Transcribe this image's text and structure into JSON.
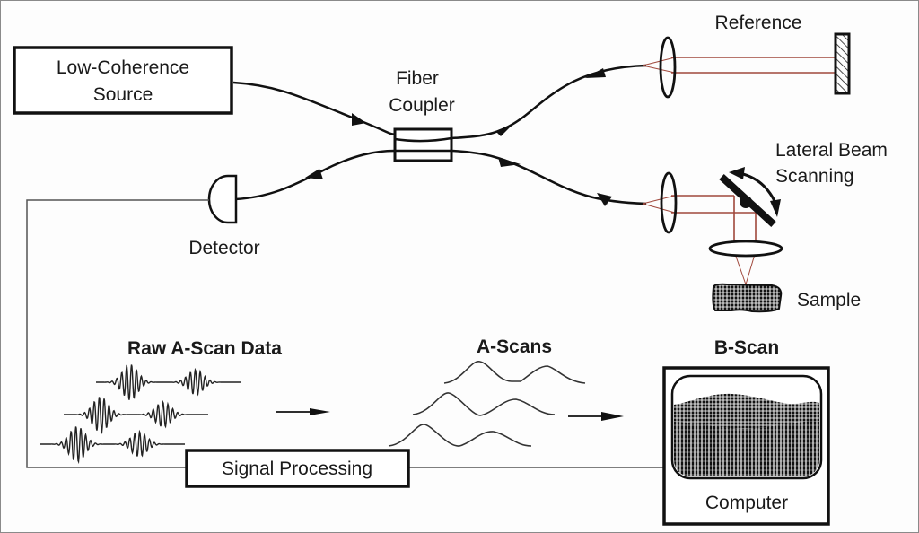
{
  "diagram": {
    "title": "Optical Coherence Tomography (OCT) system schematic",
    "colors": {
      "line": "#111111",
      "beam": "#a0483c",
      "wire": "#555555"
    },
    "components": {
      "source": {
        "label_line1": "Low-Coherence",
        "label_line2": "Source"
      },
      "coupler": {
        "label_line1": "Fiber",
        "label_line2": "Coupler"
      },
      "reference": {
        "label": "Reference"
      },
      "scanner": {
        "label_line1": "Lateral Beam",
        "label_line2": "Scanning"
      },
      "sample": {
        "label": "Sample"
      },
      "detector": {
        "label": "Detector"
      },
      "raw_ascan": {
        "label": "Raw A-Scan Data"
      },
      "ascans": {
        "label": "A-Scans"
      },
      "bscan": {
        "label": "B-Scan"
      },
      "signal_processing": {
        "label": "Signal Processing"
      },
      "computer": {
        "label": "Computer"
      }
    },
    "icons": [
      "lens-icon",
      "mirror-icon",
      "scanning-mirror-icon",
      "detector-icon",
      "sample-icon",
      "arrow-icon",
      "monitor-icon"
    ]
  }
}
